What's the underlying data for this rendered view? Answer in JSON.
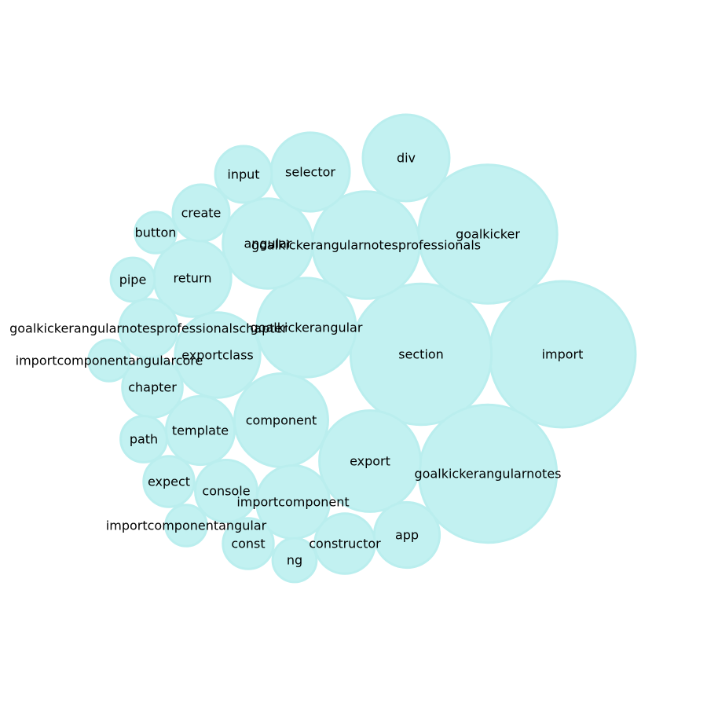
{
  "colors": {
    "bubble_fill": "#c2f1f1",
    "bubble_stroke": "#baeeee",
    "label": "#000000"
  },
  "chart_data": {
    "type": "bubble",
    "title": "",
    "xlabel": "",
    "ylabel": "",
    "grid": false,
    "legend": "none",
    "bubbles": [
      {
        "label": "import",
        "value": 100
      },
      {
        "label": "section",
        "value": 93
      },
      {
        "label": "goalkicker",
        "value": 90
      },
      {
        "label": "goalkickerangularnotes",
        "value": 89
      },
      {
        "label": "goalkickerangularnotesprofessionals",
        "value": 54
      },
      {
        "label": "component",
        "value": 41
      },
      {
        "label": "export",
        "value": 48
      },
      {
        "label": "goalkickerangular",
        "value": 46
      },
      {
        "label": "angular",
        "value": 38
      },
      {
        "label": "div",
        "value": 35
      },
      {
        "label": "return",
        "value": 28
      },
      {
        "label": "exportclass",
        "value": 34
      },
      {
        "label": "importcomponent",
        "value": 25
      },
      {
        "label": "selector",
        "value": 29
      },
      {
        "label": "template",
        "value": 22
      },
      {
        "label": "app",
        "value": 20
      },
      {
        "label": "console",
        "value": 18
      },
      {
        "label": "goalkickerangularnotesprofessionalschapter",
        "value": 16
      },
      {
        "label": "constructor",
        "value": 17
      },
      {
        "label": "chapter",
        "value": 17
      },
      {
        "label": "create",
        "value": 15
      },
      {
        "label": "input",
        "value": 15
      },
      {
        "label": "const",
        "value": 12
      },
      {
        "label": "expect",
        "value": 12
      },
      {
        "label": "path",
        "value": 10
      },
      {
        "label": "pipe",
        "value": 9
      },
      {
        "label": "ng",
        "value": 9
      },
      {
        "label": "button",
        "value": 8
      },
      {
        "label": "importcomponentangularcore",
        "value": 8
      },
      {
        "label": "importcomponentangular",
        "value": 8
      }
    ]
  }
}
